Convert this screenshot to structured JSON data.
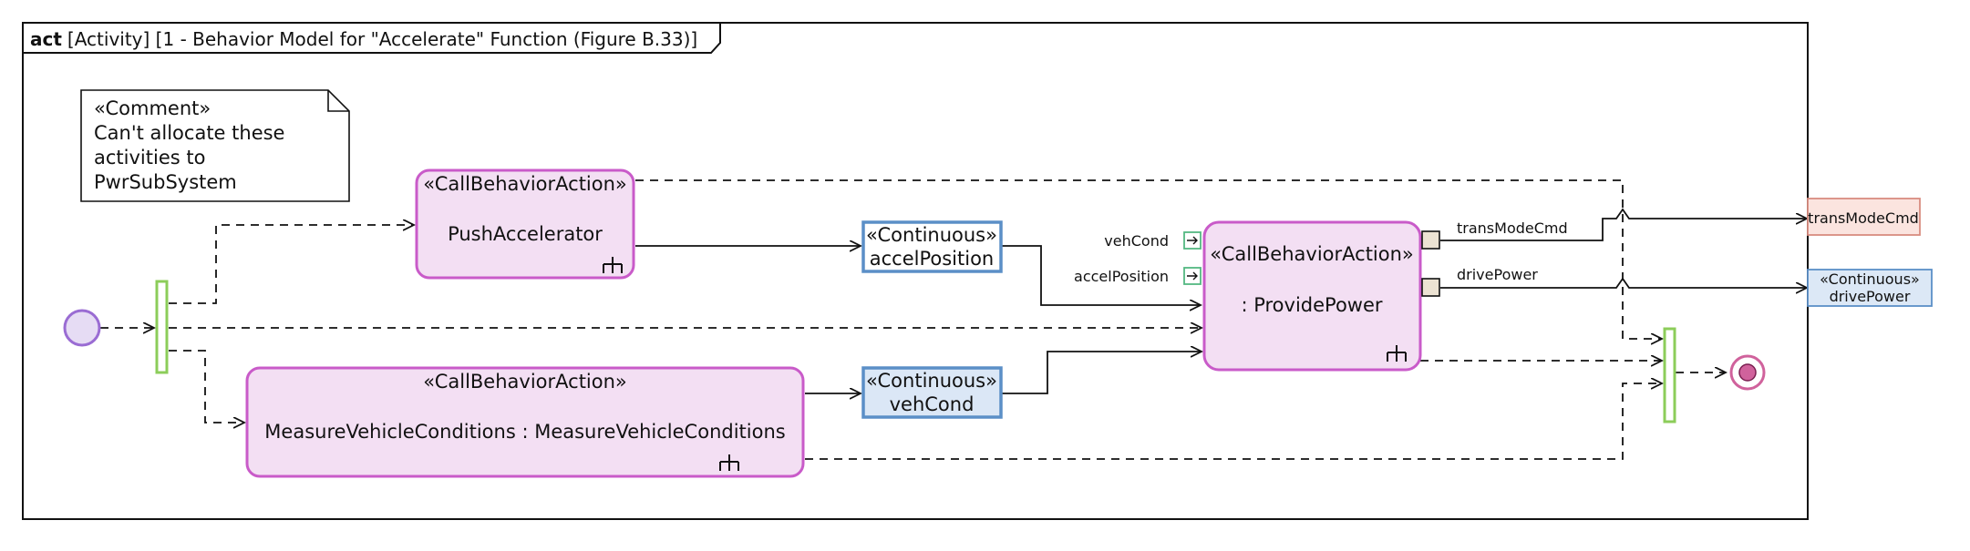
{
  "frame": {
    "keyword": "act",
    "title": "[Activity]  [1 - Behavior Model for \"Accelerate\" Function (Figure B.33)]"
  },
  "comment": {
    "stereotype": "«Comment»",
    "lines": [
      "Can't allocate these",
      "activities to",
      "PwrSubSystem"
    ]
  },
  "actions": {
    "push_accelerator": {
      "stereotype": "«CallBehaviorAction»",
      "name": "PushAccelerator"
    },
    "measure_vehicle": {
      "stereotype": "«CallBehaviorAction»",
      "name": "MeasureVehicleConditions : MeasureVehicleConditions"
    },
    "provide_power": {
      "stereotype": "«CallBehaviorAction»",
      "name": ": ProvidePower"
    }
  },
  "object_nodes": {
    "accel_position": {
      "stereotype": "«Continuous»",
      "name": "accelPosition"
    },
    "veh_cond": {
      "stereotype": "«Continuous»",
      "name": "vehCond"
    }
  },
  "pins": {
    "in_vehcond": "vehCond",
    "in_accelposition": "accelPosition",
    "out_transmodecmd": "transModeCmd",
    "out_drivepower": "drivePower"
  },
  "parameters": {
    "trans_mode_cmd": {
      "name": "transModeCmd"
    },
    "drive_power": {
      "stereotype": "«Continuous»",
      "name": "drivePower"
    }
  },
  "colors": {
    "action_fill": "#f3dff3",
    "action_border": "#c95bc9",
    "object_fill_accel": "#ffffff",
    "object_fill_veh": "#dbe7f6",
    "object_border": "#5b8fc7",
    "fork_fill": "#ffffff",
    "fork_border": "#8ccd5a",
    "initial_fill": "#e6dcf4",
    "initial_border": "#9a6cd3",
    "final_border": "#d0629c",
    "param_trans_fill": "#fbe4df",
    "param_trans_border": "#d98c80",
    "param_drive_fill": "#dce8f6",
    "param_drive_border": "#5b8fc7",
    "pin_fill": "#ece3d3",
    "pin_in_border": "#54b882"
  }
}
